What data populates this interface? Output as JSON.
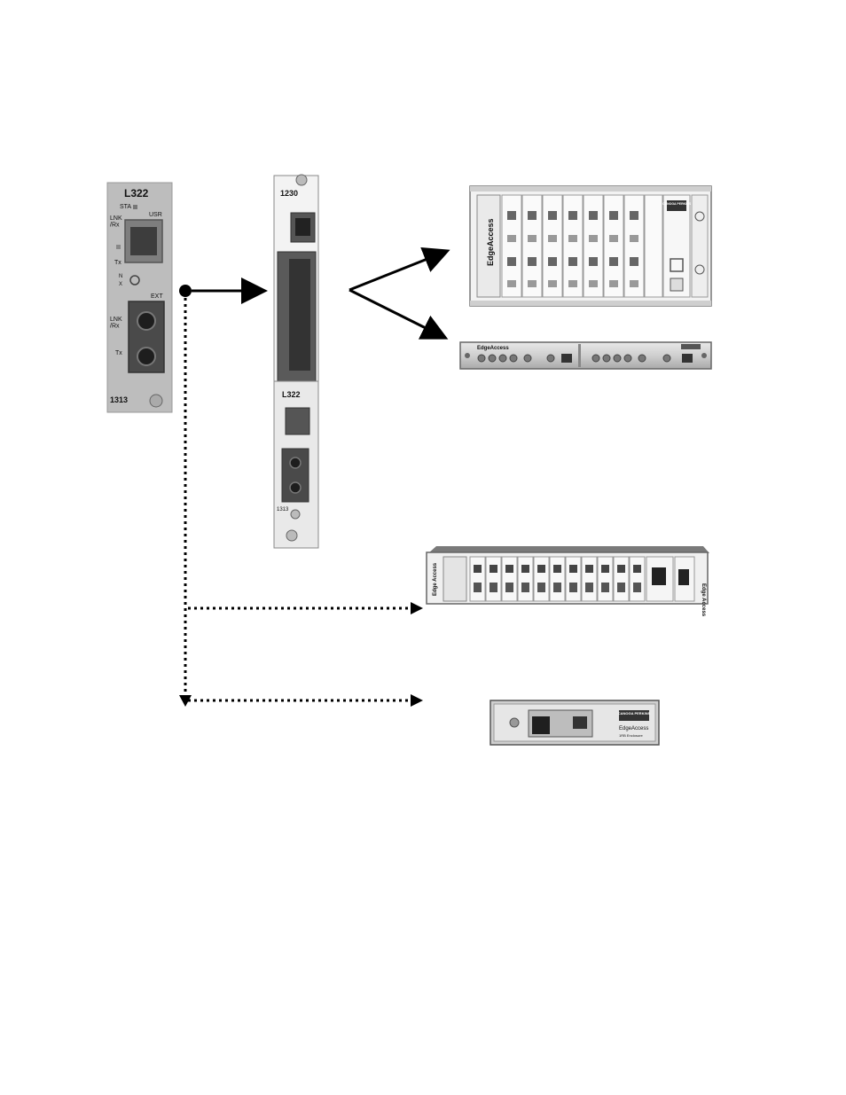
{
  "module": {
    "model": "L322",
    "led_sta": "STA",
    "port_usr": "USR",
    "led_lnk_rx": "LNK\n/Rx",
    "led_tx": "Tx",
    "switch_n": "N",
    "switch_x": "X",
    "port_ext": "EXT",
    "wavelength": "1313"
  },
  "carrier": {
    "model": "1230",
    "inner_model": "L322",
    "inner_wavelength": "1313"
  },
  "chassis_large": {
    "brand_vertical": "EdgeAccess",
    "brand_badge": "CANOGA PERKINS"
  },
  "chassis_slim": {
    "brand": "EdgeAccess"
  },
  "chassis_medium": {
    "brand_left": "Edge Access",
    "brand_right": "Edge Access"
  },
  "enclosure_small": {
    "brand_badge": "CANOGA PERKINS",
    "product": "EdgeAccess",
    "subtitle": "1RB Enclosure"
  },
  "colors": {
    "solid_arrow": "#000000",
    "dotted_arrow": "#000000",
    "module_face": "#bdbdbd",
    "chassis_face": "#f2f2f2"
  }
}
